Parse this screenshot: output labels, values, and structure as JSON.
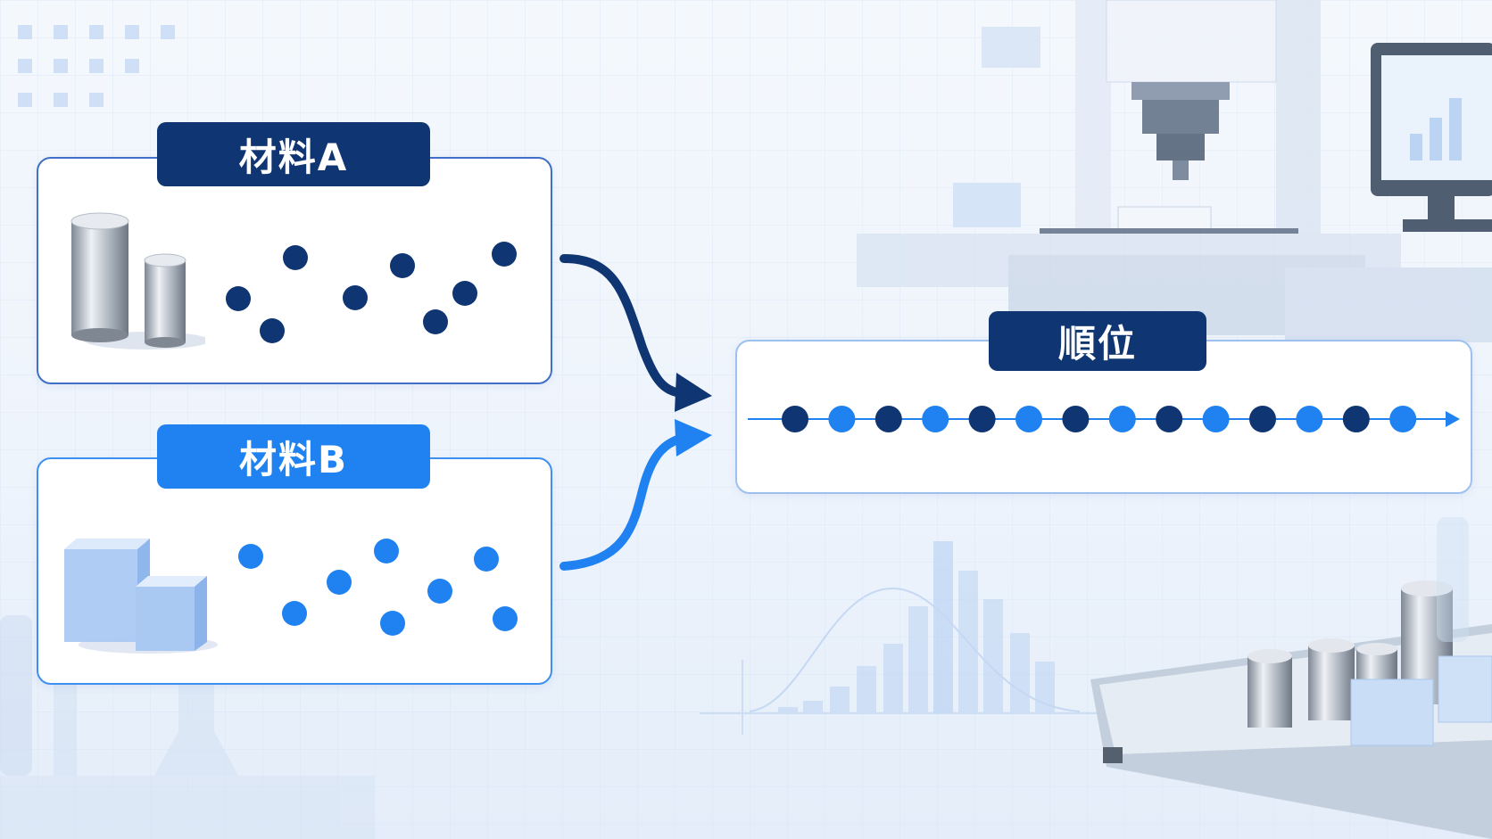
{
  "material_a": {
    "label": "材料A",
    "color": "#0f3572"
  },
  "material_b": {
    "label": "材料B",
    "color": "#1f82f0"
  },
  "ranking": {
    "label": "順位",
    "sequence": [
      "A",
      "B",
      "A",
      "B",
      "A",
      "B",
      "A",
      "B",
      "A",
      "B",
      "A",
      "B",
      "A",
      "B"
    ]
  },
  "colors": {
    "dark_blue": "#0f3572",
    "bright_blue": "#1f82f0",
    "panel_border_light": "#9dc0ef"
  },
  "icons": {
    "material_a": "metal-cylinders-icon",
    "material_b": "translucent-cubes-icon",
    "background": [
      "testing-machine-icon",
      "monitor-icon",
      "histogram-icon",
      "sample-tray-icon",
      "lab-glassware-icon"
    ]
  }
}
